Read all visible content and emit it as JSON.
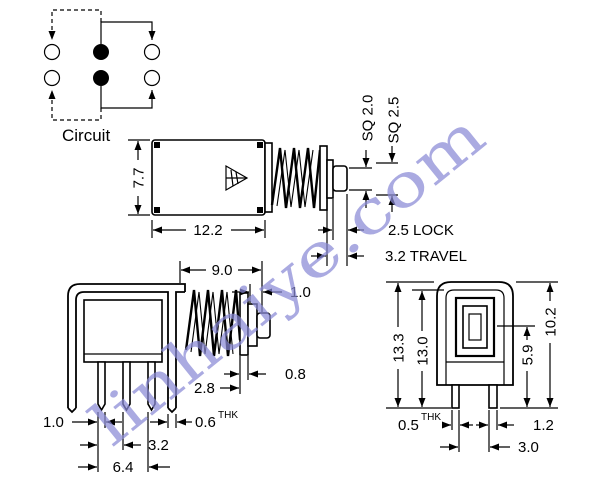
{
  "circuit": {
    "label": "Circuit"
  },
  "side_view": {
    "height": "7.7",
    "length": "12.2",
    "sq_small": "SQ 2.0",
    "sq_large": "SQ 2.5",
    "lock": "2.5 LOCK",
    "travel": "3.2 TRAVEL"
  },
  "front_view": {
    "dim_a": "9.0",
    "dim_b": "1.0",
    "dim_c": "2.8",
    "dim_d": "0.8",
    "dim_e": "1.0",
    "dim_f": "0.6",
    "thk": "THK",
    "dim_g": "3.2",
    "dim_h": "6.4"
  },
  "end_view": {
    "dim_a": "13.3",
    "dim_b": "13.0",
    "dim_c": "10.2",
    "dim_d": "5.9",
    "dim_e": "0.5",
    "thk": "THK",
    "dim_f": "1.2",
    "dim_g": "3.0"
  },
  "watermark": "linhaiye.com",
  "colors": {
    "line": "#000000",
    "watermark": "#8a8ad6"
  }
}
